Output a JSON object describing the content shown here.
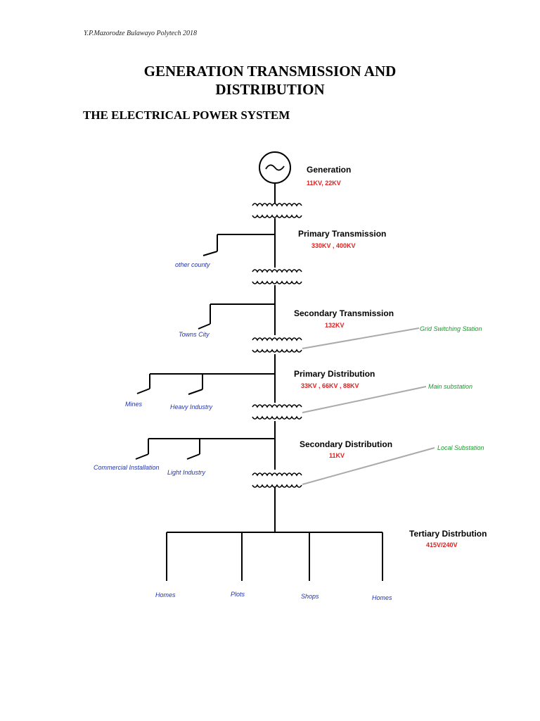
{
  "header": {
    "author": "Y.P.Mazorodze Bulawayo Polytech 2018",
    "title_line1": "GENERATION TRANSMISSION AND",
    "title_line2": "DISTRIBUTION",
    "section": "THE ELECTRICAL POWER SYSTEM"
  },
  "stages": {
    "generation": {
      "label": "Generation",
      "voltage": "11KV, 22KV"
    },
    "primary_transmission": {
      "label": "Primary Transmission",
      "voltage": "330KV , 400KV"
    },
    "secondary_transmission": {
      "label": "Secondary Transmission",
      "voltage": "132KV"
    },
    "primary_distribution": {
      "label": "Primary Distribution",
      "voltage": "33KV , 66KV , 88KV"
    },
    "secondary_distribution": {
      "label": "Secondary Distribution",
      "voltage": "11KV"
    },
    "tertiary_distribution": {
      "label": "Tertiary Distrbution",
      "voltage": "415V/240V"
    }
  },
  "loads": {
    "other_county": "other county",
    "towns_city": "Towns  City",
    "mines": "Mines",
    "heavy_industry": "Heavy Industry",
    "commercial_installation": "Commercial Installation",
    "light_industry": "Light Industry",
    "homes_1": "Homes",
    "plots": "Plots",
    "shops": "Shops",
    "homes_2": "Homes"
  },
  "stations": {
    "grid_switching": "Grid Switching Station",
    "main_substation": "Main substation",
    "local_substation": "Local Substation"
  },
  "colors": {
    "voltage": "#e02020",
    "load": "#2233aa",
    "station": "#1a9a2a",
    "pointer": "#aaaaaa"
  }
}
